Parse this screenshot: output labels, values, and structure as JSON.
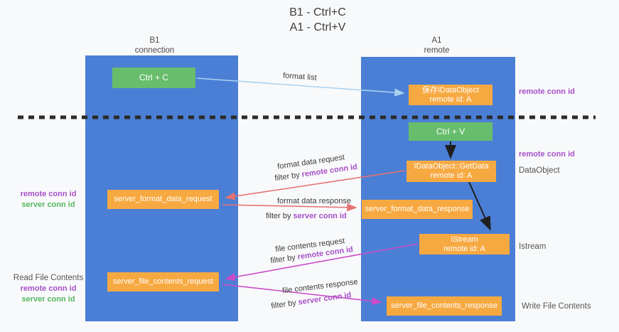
{
  "title": {
    "line1": "B1 - Ctrl+C",
    "line2": "A1 - Ctrl+V"
  },
  "columns": {
    "b1": {
      "name": "B1",
      "subtitle": "connection"
    },
    "a1": {
      "name": "A1",
      "subtitle": "remote"
    }
  },
  "boxes": {
    "ctrl_c": "Ctrl + C",
    "ctrl_v": "Ctrl + V",
    "save_idataobject": {
      "line1": "保存IDataObject",
      "line2": "remote id: A"
    },
    "getdata": {
      "line1": "IDataObject::GetData",
      "line2": "remote id: A"
    },
    "istream": {
      "line1": "IStream",
      "line2": "remote id: A"
    },
    "server_format_data_request": "server_format_data_request",
    "server_format_data_response": "server_format_data_response",
    "server_file_contents_request": "server_file_contents_request",
    "server_file_contents_response": "server_file_contents_response"
  },
  "arrow_labels": {
    "format_list": "format list",
    "format_data_request": "format data request",
    "format_data_response": "format data response",
    "file_contents_request": "file contents request",
    "file_contents_response": "file contents response",
    "filter_by": "filter by ",
    "remote_conn_id": "remote conn id",
    "server_conn_id": "server conn id"
  },
  "side_labels": {
    "remote_conn_id_right_top": "remote conn id",
    "remote_conn_id_right_mid": "remote conn id",
    "dataobject": "DataObject",
    "istream": "Istream",
    "write_file_contents": "Write File Contents",
    "remote_conn_id_left_top": "remote conn id",
    "server_conn_id_left_top": "server conn id",
    "read_file_contents": "Read File Contents",
    "remote_conn_id_left_bottom": "remote conn id",
    "server_conn_id_left_bottom": "server conn id"
  },
  "colors": {
    "background": "#f8f9fa",
    "column_blue": "#4b7fd5",
    "box_orange": "#f7a941",
    "box_green": "#68bd6c",
    "purple_text": "#a650c8",
    "green_text": "#52b860",
    "arrow_red": "#e57272",
    "arrow_magenta": "#cb4bc9",
    "arrow_blue": "#a8d2f2",
    "arrow_black": "#1f1f1f"
  }
}
